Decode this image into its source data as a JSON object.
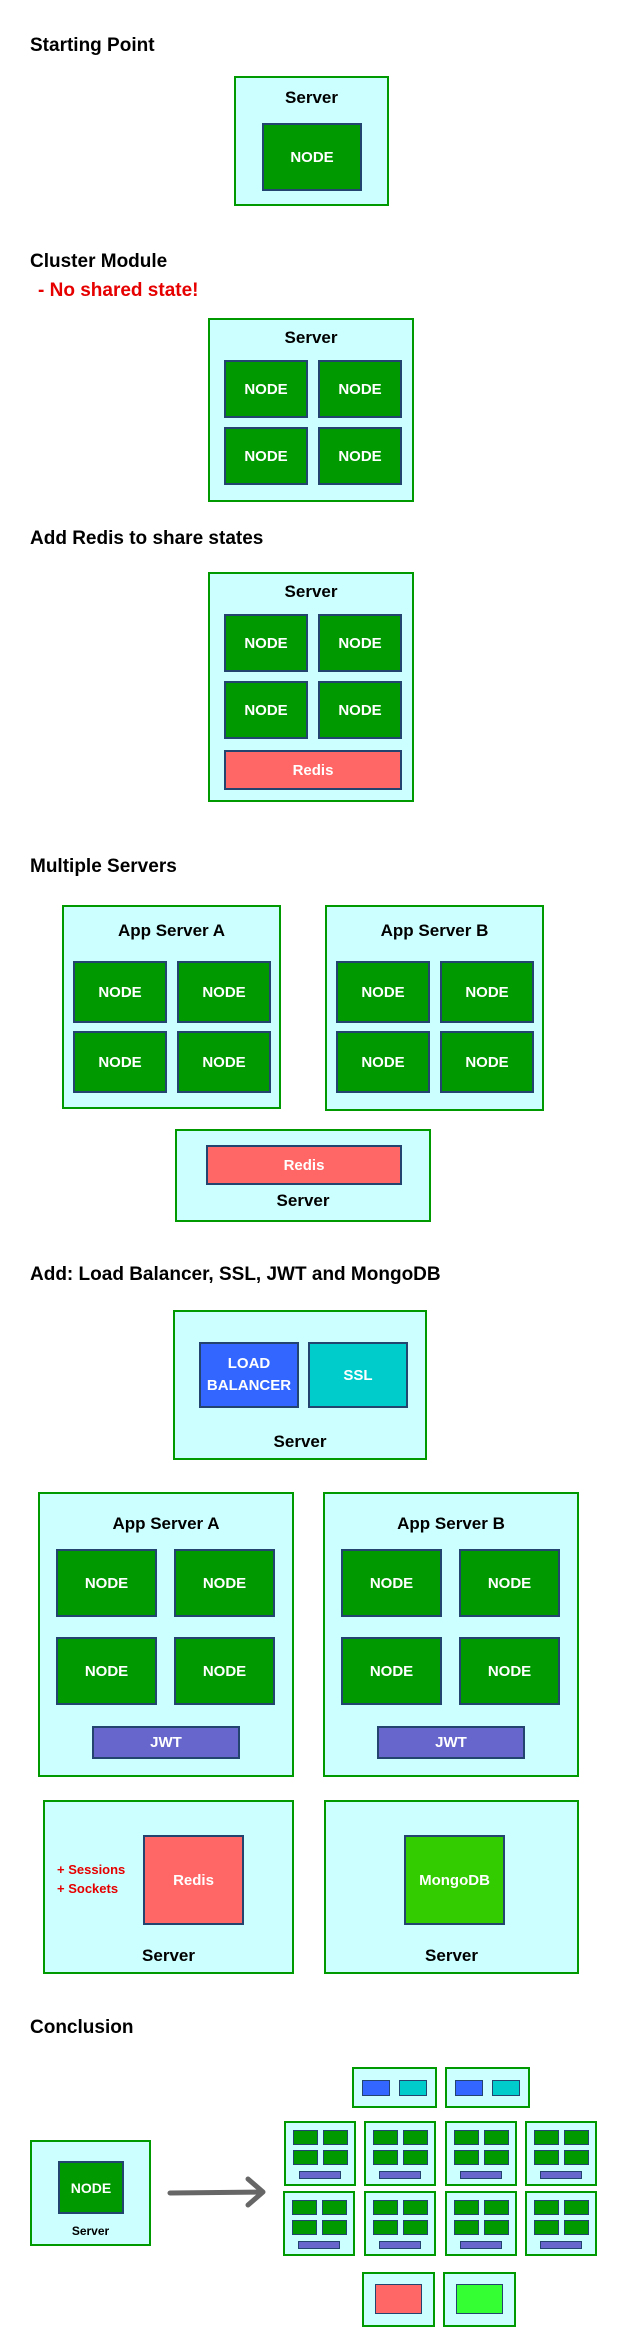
{
  "colors": {
    "server_fill": "#ccffff",
    "server_border": "#009900",
    "node_fill": "#009900",
    "redis_fill": "#ff6666",
    "mongodb_fill": "#33cc00",
    "load_balancer_fill": "#3366ff",
    "ssl_fill": "#00cccc",
    "jwt_fill": "#6666cc",
    "warning_text": "#e60000"
  },
  "sections": {
    "starting_point": {
      "title": "Starting Point",
      "server_label": "Server",
      "node_label": "NODE"
    },
    "cluster_module": {
      "title": "Cluster Module",
      "subtitle": "- No shared state!",
      "server_label": "Server",
      "node_labels": [
        "NODE",
        "NODE",
        "NODE",
        "NODE"
      ]
    },
    "add_redis": {
      "title": "Add Redis to share states",
      "server_label": "Server",
      "node_labels": [
        "NODE",
        "NODE",
        "NODE",
        "NODE"
      ],
      "redis_label": "Redis"
    },
    "multiple_servers": {
      "title": "Multiple Servers",
      "app_server_a": {
        "label": "App Server A",
        "node_labels": [
          "NODE",
          "NODE",
          "NODE",
          "NODE"
        ]
      },
      "app_server_b": {
        "label": "App Server B",
        "node_labels": [
          "NODE",
          "NODE",
          "NODE",
          "NODE"
        ]
      },
      "redis_server": {
        "label": "Server",
        "redis_label": "Redis"
      }
    },
    "full_stack": {
      "title": "Add: Load Balancer, SSL, JWT and MongoDB",
      "edge_server": {
        "label": "Server",
        "load_balancer_label": "LOAD BALANCER",
        "ssl_label": "SSL"
      },
      "app_server_a": {
        "label": "App Server A",
        "node_labels": [
          "NODE",
          "NODE",
          "NODE",
          "NODE"
        ],
        "jwt_label": "JWT"
      },
      "app_server_b": {
        "label": "App Server B",
        "node_labels": [
          "NODE",
          "NODE",
          "NODE",
          "NODE"
        ],
        "jwt_label": "JWT"
      },
      "redis_server": {
        "label": "Server",
        "redis_label": "Redis",
        "notes": [
          "+ Sessions",
          "+ Sockets"
        ]
      },
      "mongo_server": {
        "label": "Server",
        "mongodb_label": "MongoDB"
      }
    },
    "conclusion": {
      "title": "Conclusion",
      "server_label": "Server",
      "node_label": "NODE",
      "arrow_icon": "arrow-right-icon"
    }
  }
}
